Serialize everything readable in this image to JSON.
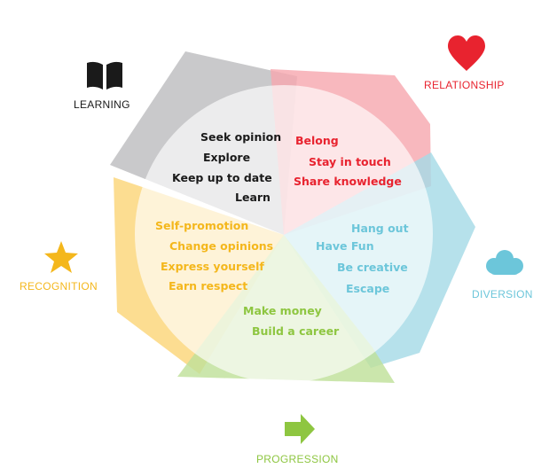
{
  "colors": {
    "learning": "#1a1a1a",
    "learning_shape": "#bdbdc0",
    "relationship": "#e8232f",
    "relationship_shape": "#f7a8b0",
    "diversion": "#6cc6da",
    "diversion_shape": "#a6dbe7",
    "recognition": "#f4b71c",
    "recognition_shape": "#fbd679",
    "progression": "#8ec641",
    "progression_shape": "#bfe09a",
    "circle": "#ffffff"
  },
  "categories": {
    "learning": {
      "label": "LEARNING",
      "icon": "book-icon"
    },
    "relationship": {
      "label": "RELATIONSHIP",
      "icon": "heart-icon"
    },
    "diversion": {
      "label": "DIVERSION",
      "icon": "cloud-icon"
    },
    "recognition": {
      "label": "RECOGNITION",
      "icon": "star-icon"
    },
    "progression": {
      "label": "PROGRESSION",
      "icon": "arrow-right-icon"
    }
  },
  "items": {
    "learning": [
      "Seek opinion",
      "Explore",
      "Keep up to date",
      "Learn"
    ],
    "relationship": [
      "Belong",
      "Stay in touch",
      "Share knowledge"
    ],
    "diversion": [
      "Hang out",
      "Have Fun",
      "Be creative",
      "Escape"
    ],
    "recognition": [
      "Self-promotion",
      "Change opinions",
      "Express yourself",
      "Earn respect"
    ],
    "progression": [
      "Make money",
      "Build a career"
    ]
  }
}
